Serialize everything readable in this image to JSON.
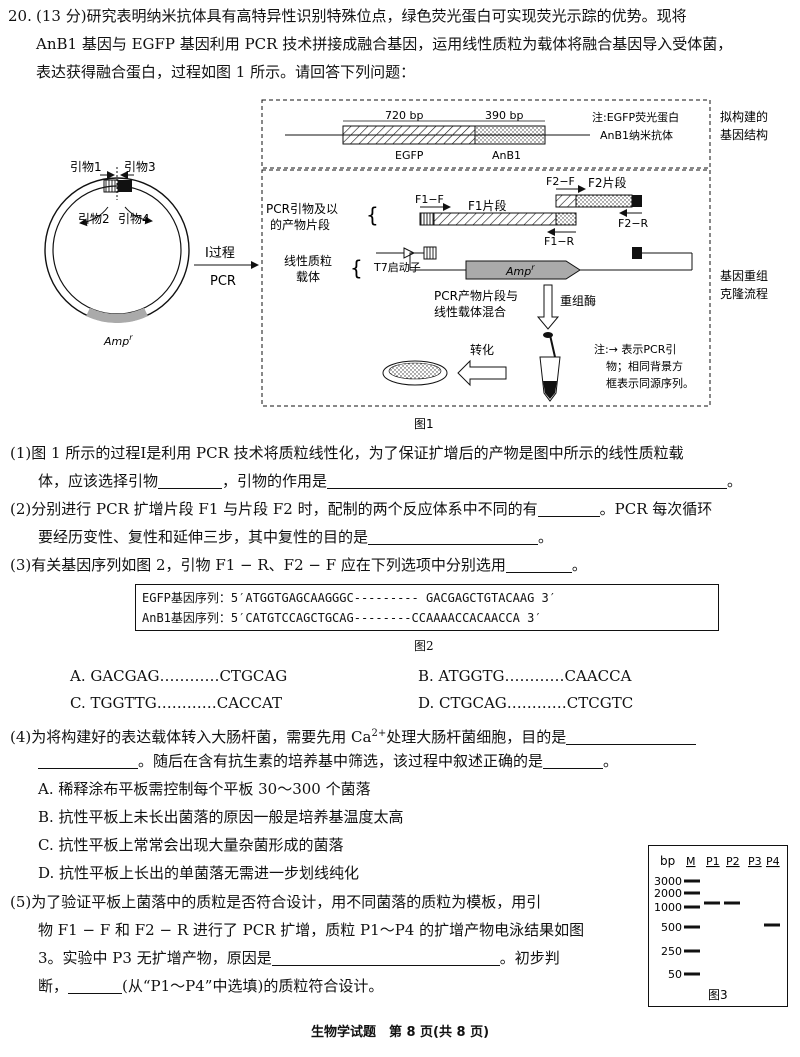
{
  "header": {
    "q_no": "20.",
    "line1": "(13 分)研究表明纳米抗体具有高特异性识别特殊位点，绿色荧光蛋白可实现荧光示踪的优势。现将",
    "line2": "AnB1 基因与 EGFP 基因利用 PCR 技术拼接成融合基因，运用线性质粒为载体将融合基因导入受体菌，",
    "line3": "表达获得融合蛋白，过程如图 1 所示。请回答下列问题："
  },
  "fig1": {
    "caption": "图1",
    "top": {
      "bp1": "720 bp",
      "bp2": "390 bp",
      "g1": "EGFP",
      "g2": "AnB1",
      "note1": "注:EGFP荧光蛋白",
      "note2": "AnB1纳米抗体",
      "side1": "拟构建的",
      "side2": "基因结构"
    },
    "plasmid": {
      "p1": "引物1",
      "p3": "引物3",
      "p2": "引物2",
      "p4": "引物4",
      "amp": "Amp",
      "amp_sup": "r"
    },
    "step": {
      "label": "Ⅰ过程",
      "pcr": "PCR"
    },
    "mid": {
      "pcr_prod1": "PCR引物及以",
      "pcr_prod2": "的产物片段",
      "vec1": "线性质粒",
      "vec2": "载体",
      "f1f": "F1−F",
      "f1": "F1片段",
      "f2f": "F2−F",
      "f2": "F2片段",
      "f1r": "F1−R",
      "f2r": "F2−R",
      "t7": "T7启动子",
      "amp": "Amp",
      "amp_sup": "r",
      "mix1": "PCR产物片段与",
      "mix2": "线性载体混合",
      "enzyme": "重组酶",
      "transform": "转化",
      "note1": "注:→ 表示PCR引",
      "note2": "物；相同背景方",
      "note3": "框表示同源序列。",
      "side1": "基因重组",
      "side2": "克隆流程"
    }
  },
  "q1": {
    "line1_a": "(1)图 1 所示的过程Ⅰ是利用 PCR 技术将质粒线性化，为了保证扩增后的产物是图中所示的线性质粒载",
    "line2_a": "体，应该选择引物",
    "line2_b": "，引物的作用是",
    "line2_c": "。"
  },
  "q2": {
    "line1_a": "(2)分别进行 PCR 扩增片段 F1 与片段 F2 时，配制的两个反应体系中不同的有",
    "line1_b": "。PCR 每次循环",
    "line2_a": "要经历变性、复性和延伸三步，其中复性的目的是",
    "line2_b": "。"
  },
  "q3": {
    "line1_a": "(3)有关基因序列如图 2，引物 F1 − R、F2 − F 应在下列选项中分别选用",
    "line1_b": "。",
    "seq1": "EGFP基因序列：5′ATGGTGAGCAAGGGC--------- GACGAGCTGTACAAG 3′",
    "seq2": "AnB1基因序列：5′CATGTCCAGCTGCAG--------CCAAAACCACAACCA 3′",
    "fig2_caption": "图2",
    "optA": "A. GACGAG…………CTGCAG",
    "optB": "B. ATGGTG…………CAACCA",
    "optC": "C. TGGTTG…………CACCAT",
    "optD": "D. CTGCAG…………CTCGTC"
  },
  "q4": {
    "line1_a": "(4)为将构建好的表达载体转入大肠杆菌，需要先用 Ca",
    "ca_sup": "2+",
    "line1_b": "处理大肠杆菌细胞，目的是",
    "line2_a": "。随后在含有抗生素的培养基中筛选，该过程中叙述正确的是",
    "line2_b": "。",
    "optA": "A. 稀释涂布平板需控制每个平板 30～300 个菌落",
    "optB": "B. 抗性平板上未长出菌落的原因一般是培养基温度太高",
    "optC": "C. 抗性平板上常常会出现大量杂菌形成的菌落",
    "optD": "D. 抗性平板上长出的单菌落无需进一步划线纯化"
  },
  "q5": {
    "line1": "(5)为了验证平板上菌落中的质粒是否符合设计，用不同菌落的质粒为模板，用引",
    "line2": "物 F1 − F 和 F2 − R 进行了 PCR 扩增，质粒 P1～P4 的扩增产物电泳结果如图",
    "line3_a": "3。实验中 P3 无扩增产物，原因是",
    "line3_b": "。初步判",
    "line4_a": "断，",
    "line4_b": "(从“P1～P4”中选填)的质粒符合设计。"
  },
  "fig3": {
    "caption": "图3",
    "bp": "bp",
    "lanes": [
      "M",
      "P1",
      "P2",
      "P3",
      "P4"
    ],
    "markers": [
      "3000",
      "2000",
      "1000",
      "500",
      "250",
      "50"
    ]
  },
  "footer": {
    "text": "生物学试题　第 8 页(共 8 页)"
  }
}
